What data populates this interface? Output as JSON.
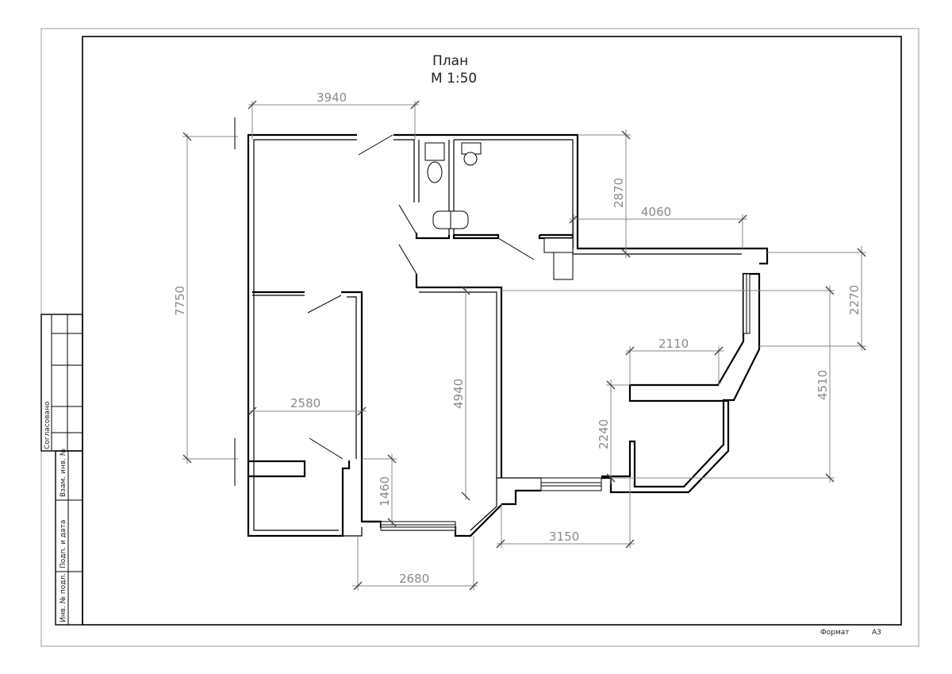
{
  "title": {
    "line1": "План",
    "line2": "М 1:50"
  },
  "dimensions": {
    "d3940": "3940",
    "d7750": "7750",
    "d2870": "2870",
    "d4060": "4060",
    "d2270": "2270",
    "d2110": "2110",
    "d4510": "4510",
    "d2240": "2240",
    "d4940": "4940",
    "d2580": "2580",
    "d1460": "1460",
    "d3150": "3150",
    "d2680": "2680"
  },
  "stamp": {
    "agreed": "Согласовано",
    "inv_replace": "Взам. инв. №",
    "sign_date": "Подп. и дата",
    "inv_orig": "Инв. № подл."
  },
  "format": {
    "label": "Формат",
    "value": "А3"
  }
}
